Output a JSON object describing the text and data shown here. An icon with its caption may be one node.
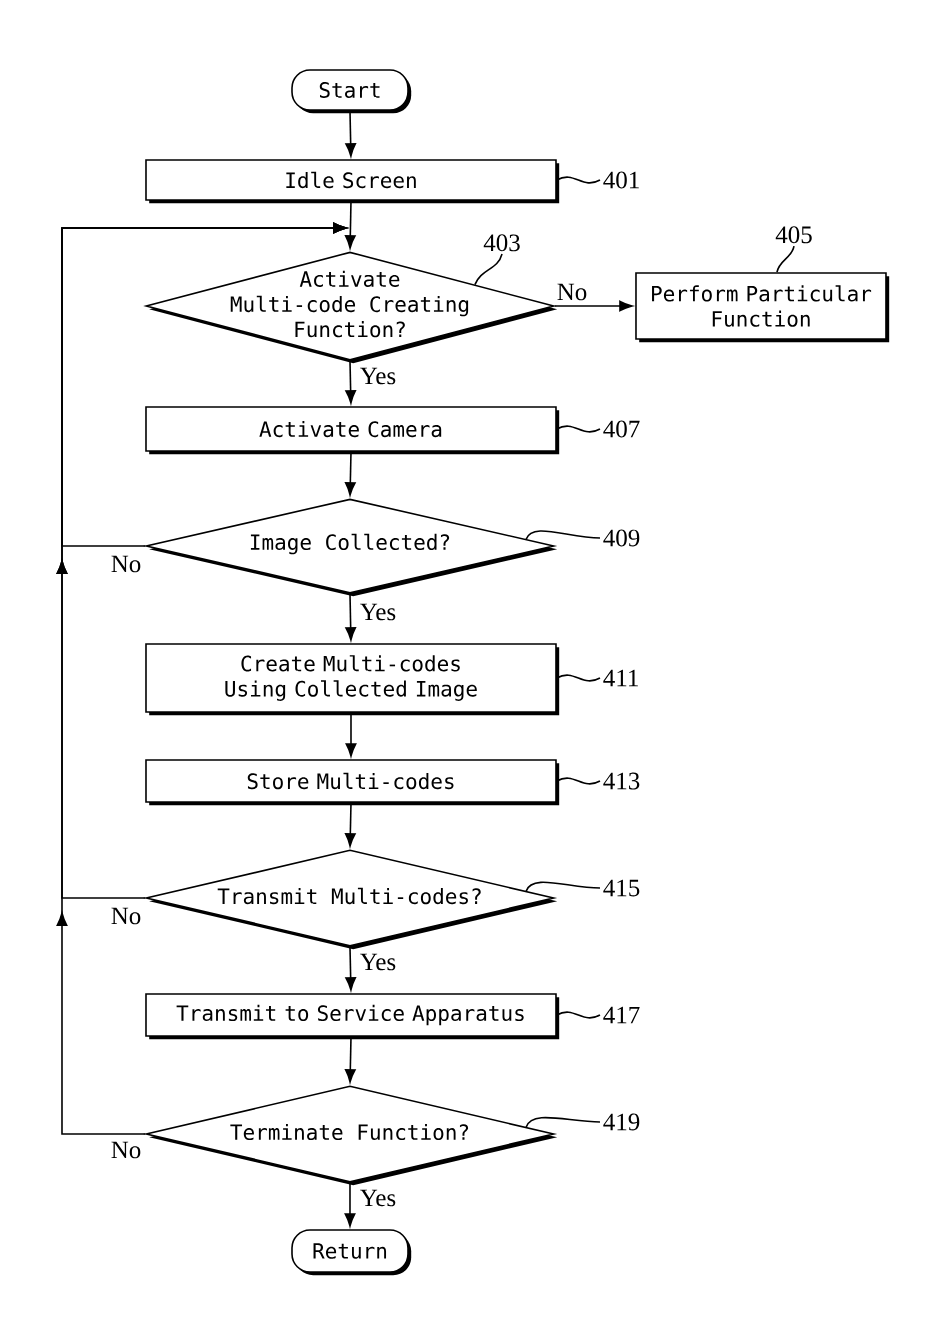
{
  "diagram": {
    "nodes": [
      {
        "text": [
          "Start"
        ]
      },
      {
        "text": [
          "Idle Screen"
        ]
      },
      {
        "text": [
          "Activate Multi-code Creating Function?"
        ]
      },
      {
        "text": [
          "Perform Particular Function"
        ]
      },
      {
        "text": [
          "Activate Camera"
        ]
      },
      {
        "text": [
          "Image Collected?"
        ]
      },
      {
        "text": [
          "Create Multi-codes Using Collected Image"
        ]
      },
      {
        "text": [
          "Store Multi-codes"
        ]
      },
      {
        "text": [
          "Transmit Multi-codes?"
        ]
      },
      {
        "text": [
          "Transmit to Service Apparatus"
        ]
      },
      {
        "text": [
          "Terminate Function?"
        ]
      },
      {
        "text": [
          "Return"
        ]
      },
      {
        "text": [
          "401"
        ]
      },
      {
        "text": [
          "403"
        ]
      },
      {
        "text": [
          "405"
        ]
      },
      {
        "text": [
          "407"
        ]
      },
      {
        "text": [
          "409"
        ]
      },
      {
        "text": [
          "411"
        ]
      },
      {
        "text": [
          "413"
        ]
      },
      {
        "text": [
          "415"
        ]
      },
      {
        "text": [
          "417"
        ]
      },
      {
        "text": [
          "419"
        ]
      }
    ],
    "edges": [
      {
        "from": 0,
        "to": 1,
        "arrow": "to"
      },
      {
        "from": 1,
        "to": 2,
        "arrow": "to"
      },
      {
        "from": 2,
        "to": 3,
        "arrow": "to",
        "label": "No"
      },
      {
        "from": 2,
        "to": 4,
        "arrow": "to",
        "label": "Yes"
      },
      {
        "from": 4,
        "to": 5,
        "arrow": "to"
      },
      {
        "from": 5,
        "to": 6,
        "arrow": "to",
        "label": "Yes"
      },
      {
        "from": 5,
        "to": 2,
        "arrow": "to",
        "label": "No"
      },
      {
        "from": 6,
        "to": 7,
        "arrow": "to"
      },
      {
        "from": 7,
        "to": 8,
        "arrow": "to"
      },
      {
        "from": 8,
        "to": 9,
        "arrow": "to",
        "label": "Yes"
      },
      {
        "from": 8,
        "to": 2,
        "arrow": "to",
        "label": "No"
      },
      {
        "from": 9,
        "to": 10,
        "arrow": "to"
      },
      {
        "from": 10,
        "to": 11,
        "arrow": "to",
        "label": "Yes"
      },
      {
        "from": 10,
        "to": 2,
        "arrow": "to",
        "label": "No"
      },
      {
        "from": 12,
        "to": 1,
        "arrow": "none"
      },
      {
        "from": 13,
        "to": 2,
        "arrow": "none"
      },
      {
        "from": 14,
        "to": 3,
        "arrow": "none"
      },
      {
        "from": 15,
        "to": 4,
        "arrow": "none"
      },
      {
        "from": 16,
        "to": 5,
        "arrow": "none"
      },
      {
        "from": 17,
        "to": 6,
        "arrow": "none"
      },
      {
        "from": 18,
        "to": 7,
        "arrow": "none"
      },
      {
        "from": 19,
        "to": 8,
        "arrow": "none"
      },
      {
        "from": 20,
        "to": 9,
        "arrow": "none"
      },
      {
        "from": 21,
        "to": 10,
        "arrow": "none"
      }
    ]
  }
}
